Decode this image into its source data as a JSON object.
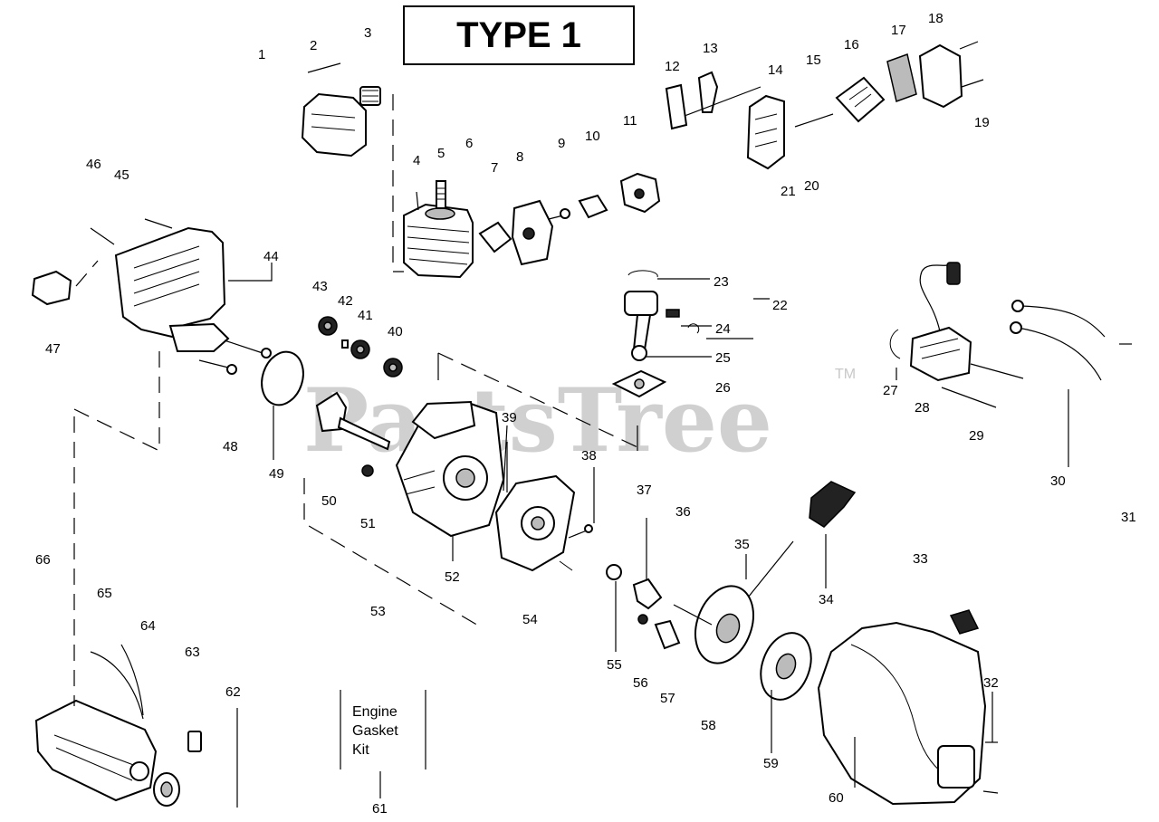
{
  "title": "TYPE 1",
  "watermark": "PartsTree",
  "watermark_tm": "TM",
  "kit_label": [
    "Engine",
    "Gasket",
    "Kit"
  ],
  "part_numbers": [
    "1",
    "2",
    "3",
    "4",
    "5",
    "6",
    "7",
    "8",
    "9",
    "10",
    "11",
    "12",
    "13",
    "14",
    "15",
    "16",
    "17",
    "18",
    "19",
    "20",
    "21",
    "22",
    "23",
    "24",
    "25",
    "26",
    "27",
    "28",
    "29",
    "30",
    "31",
    "32",
    "33",
    "34",
    "35",
    "36",
    "37",
    "38",
    "39",
    "40",
    "41",
    "42",
    "43",
    "44",
    "45",
    "46",
    "47",
    "48",
    "49",
    "50",
    "51",
    "52",
    "53",
    "54",
    "55",
    "56",
    "57",
    "58",
    "59",
    "60",
    "61",
    "62",
    "63",
    "64",
    "65",
    "66"
  ],
  "colors": {
    "ink": "#000000",
    "watermark": "#d0d0d0",
    "background": "#ffffff"
  }
}
